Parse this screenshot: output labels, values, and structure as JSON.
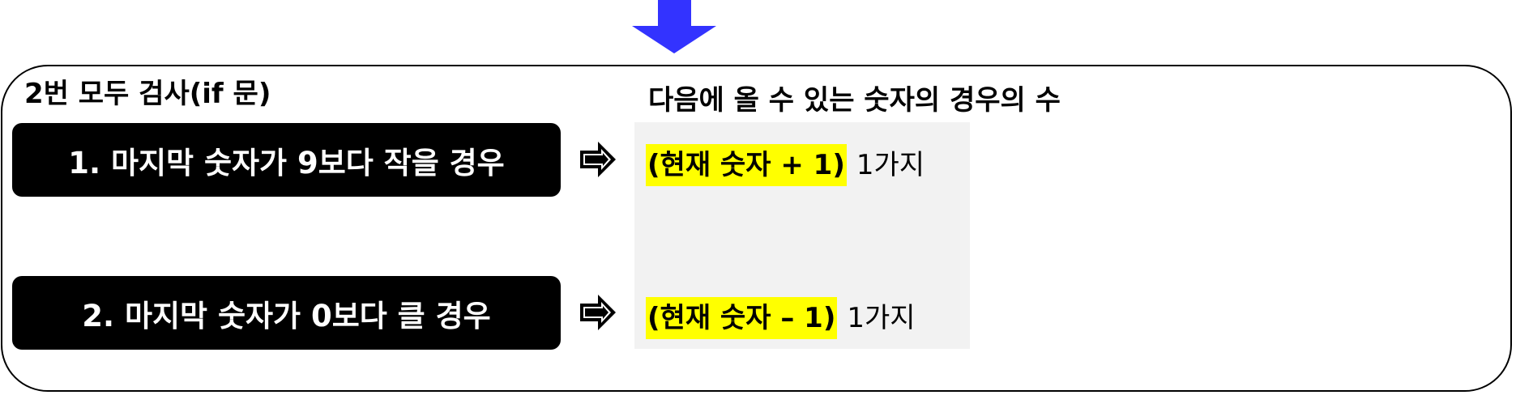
{
  "section_title": "2번 모두 검사(if 문)",
  "result_header": "다음에 올 수 있는 숫자의 경우의 수",
  "conditions": [
    {
      "label": "1. 마지막 숫자가 9보다 작을 경우",
      "formula": "(현재 숫자 + 1)",
      "count": "1가지"
    },
    {
      "label": "2. 마지막 숫자가 0보다 클 경우",
      "formula": "(현재 숫자 – 1)",
      "count": "1가지"
    }
  ],
  "colors": {
    "down_arrow": "#3333ff",
    "highlight": "#ffff00",
    "panel_bg": "#f2f2f2",
    "condition_bg": "#000000",
    "condition_text": "#ffffff"
  },
  "icons": {
    "top_arrow": "arrow-down-icon",
    "condition_arrow": "arrow-right-icon"
  }
}
